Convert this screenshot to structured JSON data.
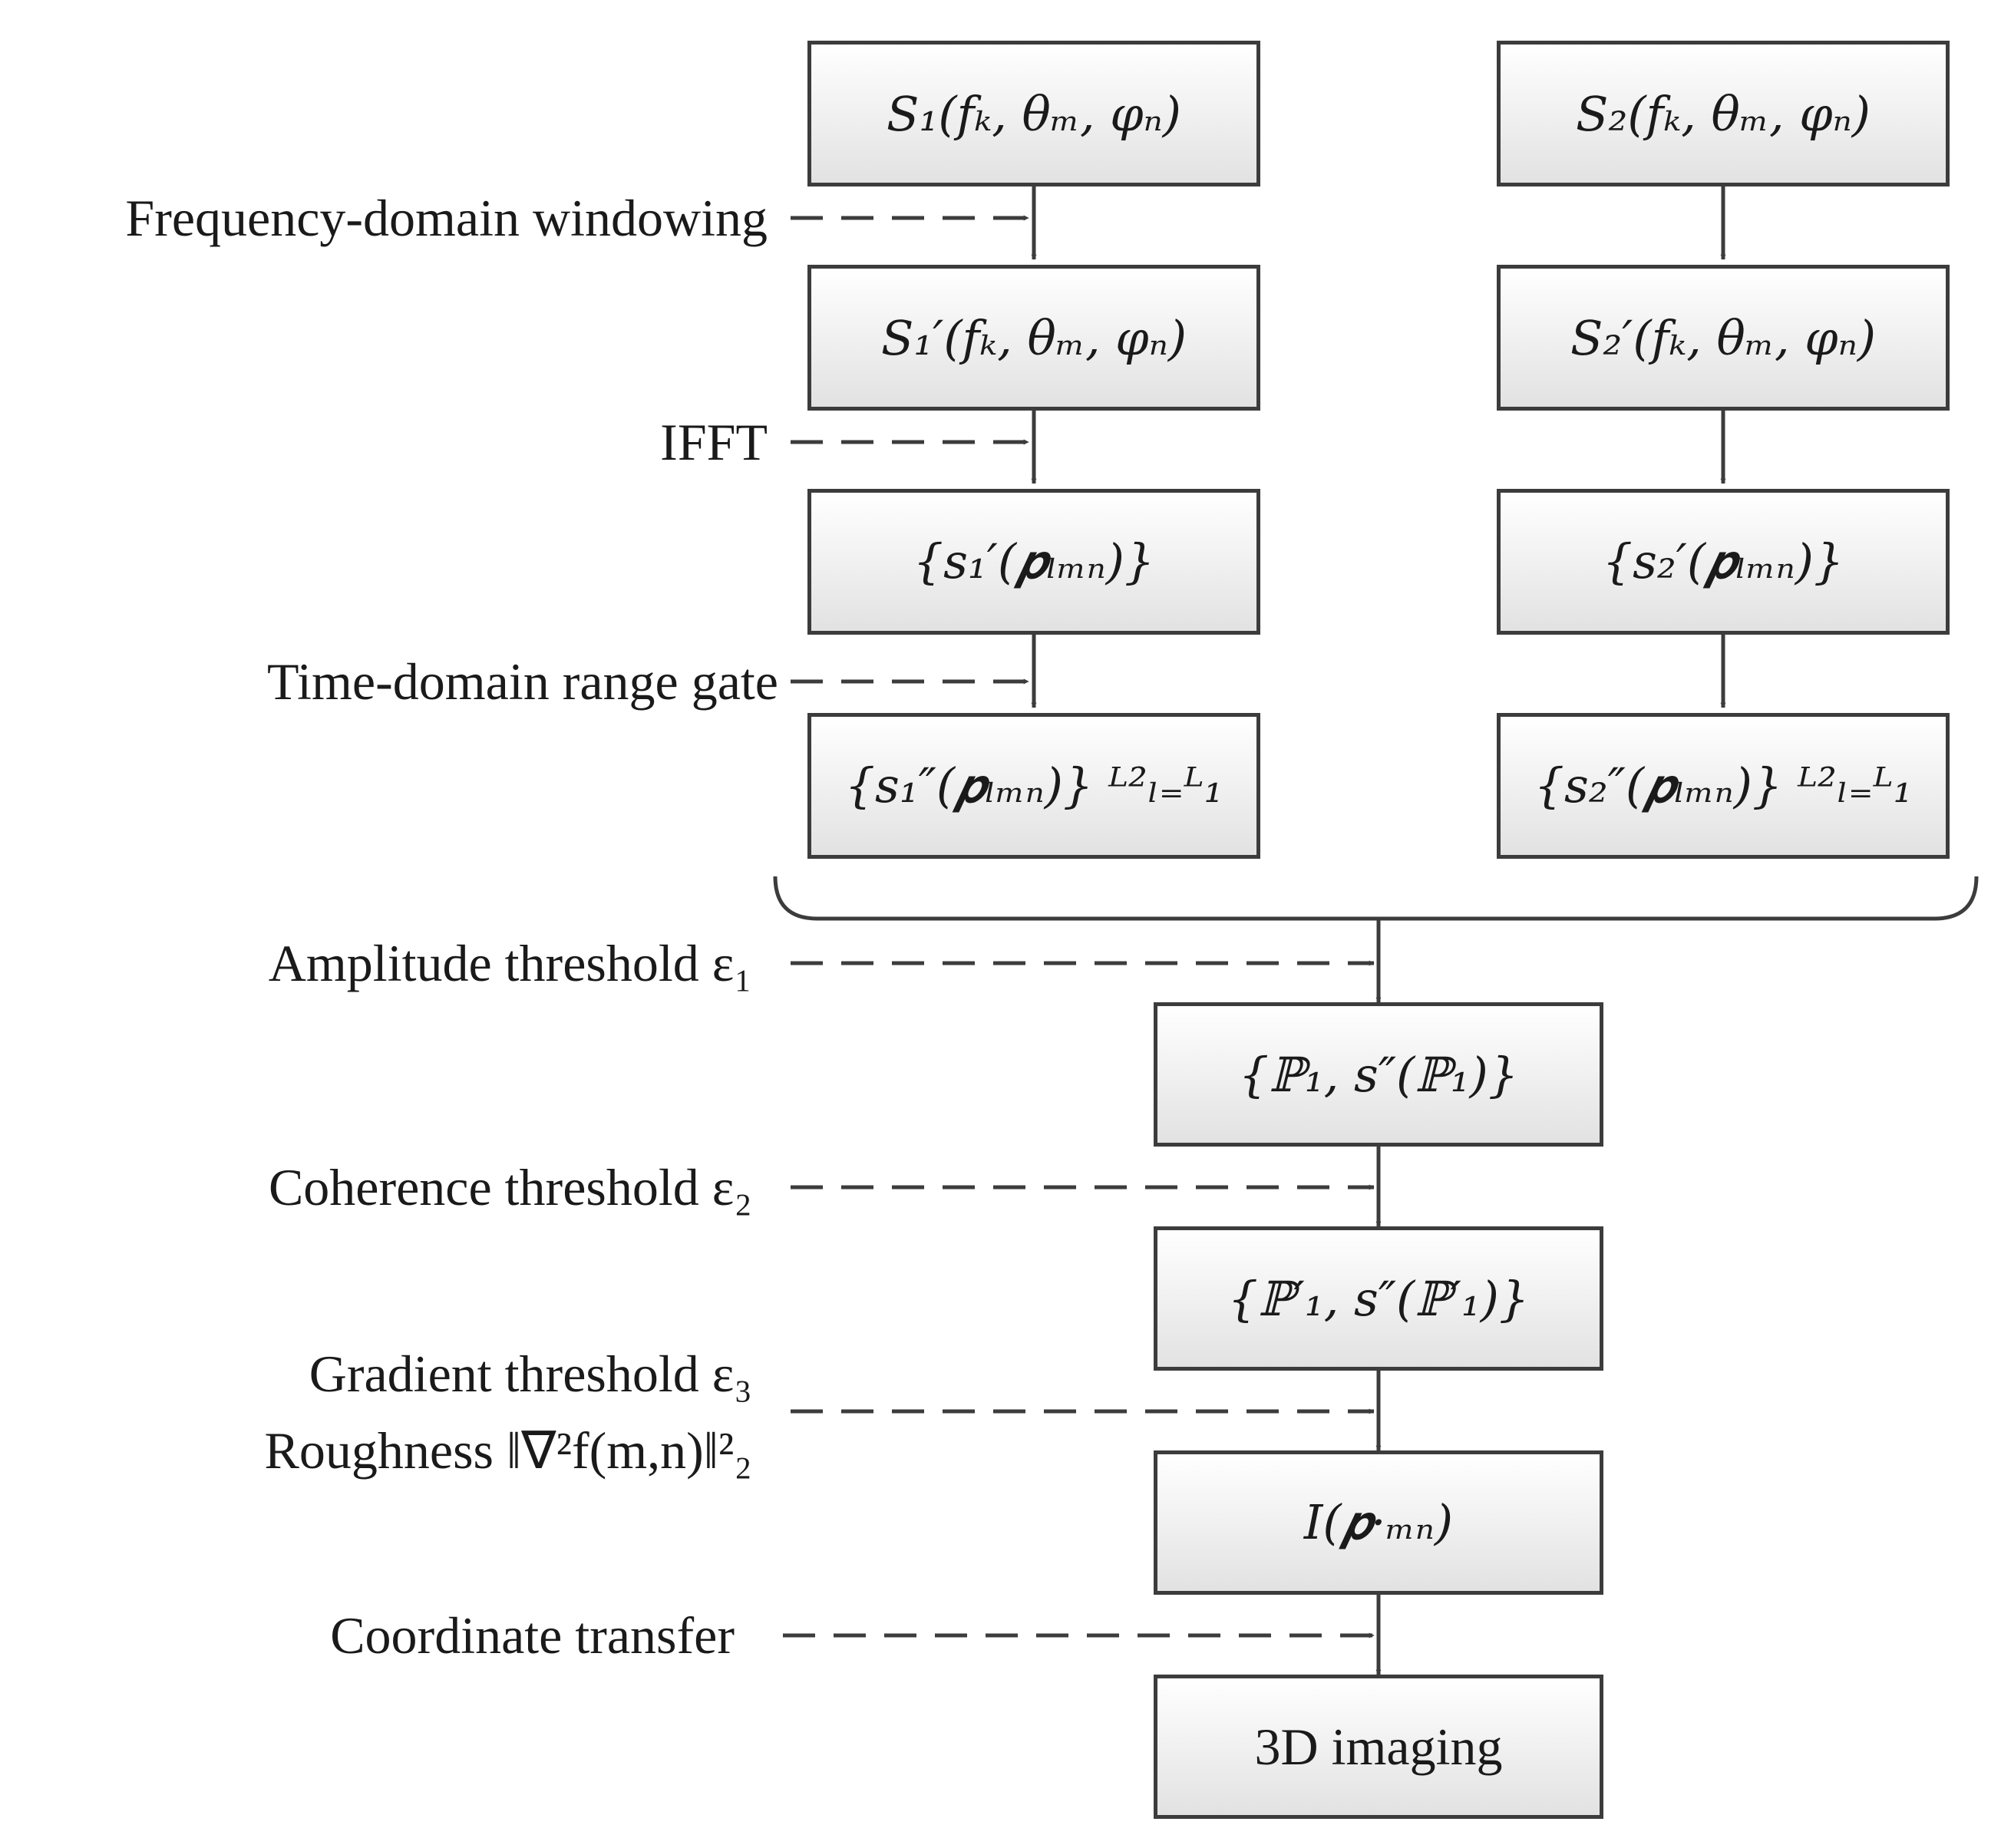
{
  "colors": {
    "line": "#3c3c3c",
    "box_top": "#ffffff",
    "box_bottom": "#e2e2e2",
    "text": "#1a1a1a"
  },
  "left_column": [
    "S₁(fₖ, θₘ, φₙ)",
    "S₁′(fₖ, θₘ, φₙ)",
    "{s₁′(𝒑ₗₘₙ)}",
    "{s₁″(𝒑ₗₘₙ)} ᴸ²ₗ₌ᴸ₁"
  ],
  "right_column": [
    "S₂(fₖ, θₘ, φₙ)",
    "S₂′(fₖ, θₘ, φₙ)",
    "{s₂′(𝒑ₗₘₙ)}",
    "{s₂″(𝒑ₗₘₙ)} ᴸ²ₗ₌ᴸ₁"
  ],
  "center_column": [
    "{ℙ₁,   s″(ℙ₁)}",
    "{ℙ′₁,   s″(ℙ′₁)}",
    "I(𝒑·ₘₙ)",
    "3D imaging"
  ],
  "steps": {
    "freq_window": "Frequency-domain windowing",
    "ifft": "IFFT",
    "range_gate": "Time-domain range gate",
    "amplitude": "Amplitude threshold ε₁",
    "coherence": "Coherence threshold ε₂",
    "gradient": "Gradient threshold ε₃",
    "roughness": "Roughness ‖∇²f(m,n)‖²₂",
    "coord": "Coordinate transfer"
  }
}
